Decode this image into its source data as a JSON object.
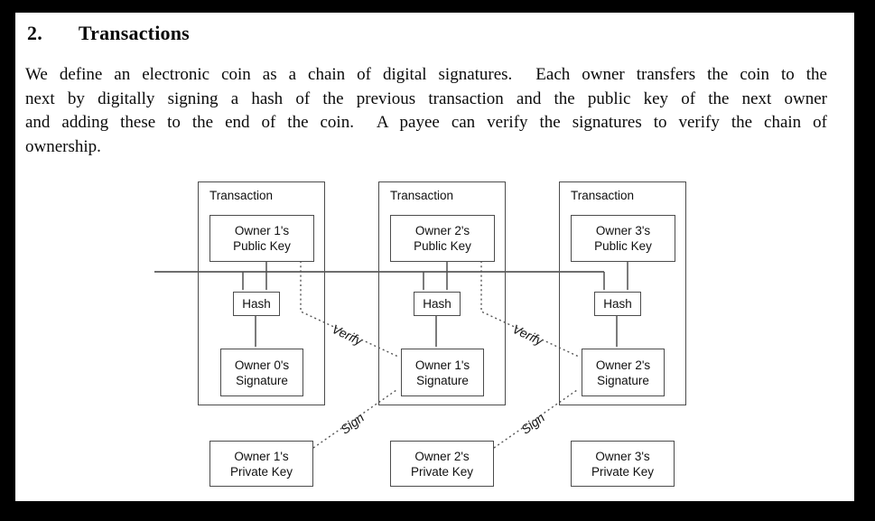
{
  "document": {
    "section_number": "2.",
    "section_title": "Transactions",
    "paragraph_lines": [
      "We define an electronic coin as a chain of digital signatures.  Each owner transfers the coin to the",
      "next by digitally signing a hash of the previous transaction and the public key of the next owner",
      "and adding these to the end of the coin.  A payee can verify the signatures to verify the chain of",
      "ownership."
    ]
  },
  "diagram": {
    "transactions": [
      {
        "title": "Transaction",
        "public_key": "Owner 1's\nPublic Key",
        "hash": "Hash",
        "signature": "Owner 0's\nSignature",
        "private_key": "Owner 1's\nPrivate Key"
      },
      {
        "title": "Transaction",
        "public_key": "Owner 2's\nPublic Key",
        "hash": "Hash",
        "signature": "Owner 1's\nSignature",
        "private_key": "Owner 2's\nPrivate Key"
      },
      {
        "title": "Transaction",
        "public_key": "Owner 3's\nPublic Key",
        "hash": "Hash",
        "signature": "Owner 2's\nSignature",
        "private_key": "Owner 3's\nPrivate Key"
      }
    ],
    "verify_label": "Verify",
    "sign_label": "Sign",
    "colors": {
      "frame": "#000000",
      "page": "#ffffff",
      "text": "#0a0a0a",
      "box_border": "#4c4c4c",
      "connector": "#4f4f4f",
      "arrowhead": "#0d0d0d"
    }
  }
}
